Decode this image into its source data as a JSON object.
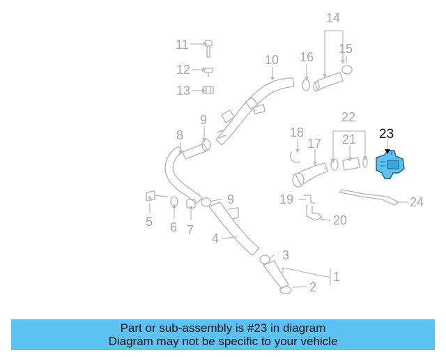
{
  "callouts": {
    "c1": "1",
    "c2": "2",
    "c3": "3",
    "c4": "4",
    "c5": "5",
    "c6": "6",
    "c7": "7",
    "c8": "8",
    "c9a": "9",
    "c9b": "9",
    "c10": "10",
    "c11": "11",
    "c12": "12",
    "c13": "13",
    "c14": "14",
    "c15": "15",
    "c16": "16",
    "c17": "17",
    "c18": "18",
    "c19": "19",
    "c20": "20",
    "c21": "21",
    "c22": "22",
    "c23": "23",
    "c24": "24"
  },
  "highlight": {
    "part": "23",
    "color": "#5bc2f1"
  },
  "banner": {
    "line1": "Part or sub-assembly is #23 in diagram",
    "line2": "Diagram may not be specific to your vehicle"
  }
}
